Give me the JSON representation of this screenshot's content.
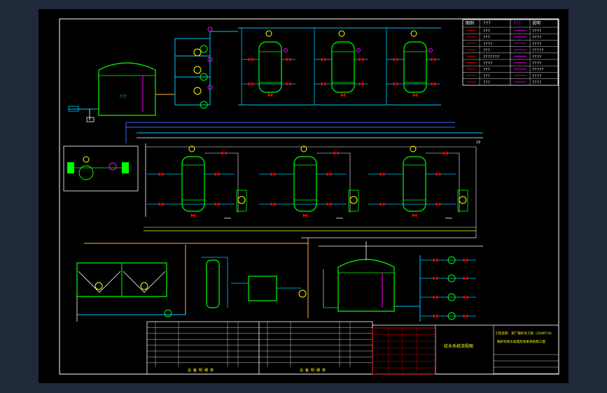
{
  "colors": {
    "background": "#1e2a3a",
    "sheet": "#000000",
    "border": "#ffffff",
    "vessel": "#00ff00",
    "valve": "#ff0000",
    "instrument": "#ff00ff",
    "pipe_cyan": "#00c8ff",
    "pipe_blue": "#3c64ff",
    "pipe_yellow": "#ffff00",
    "pipe_orange": "#ffb050",
    "pipe_white": "#e0e0e0",
    "label_yellow": "#ffff00"
  },
  "drawing": {
    "title": "给水系统流程图",
    "annotation_top": "19",
    "tank_label": "???"
  },
  "title_block": {
    "line1": "工程名称：某厂锅炉房工程（2X40T/H）",
    "line2": "锅炉房给水处理及除氧系统施工图"
  },
  "legend": {
    "header_symbol": "图例",
    "header_name": "???",
    "header_symbol_r": "???",
    "header_name_r": "说明",
    "rows": [
      {
        "left": "???",
        "right": "????"
      },
      {
        "left": "???",
        "right": "????"
      },
      {
        "left": "????",
        "right": "????"
      },
      {
        "left": "???",
        "right": "?????"
      },
      {
        "left": "???????",
        "right": "????"
      },
      {
        "left": "????",
        "right": "????"
      },
      {
        "left": "???",
        "right": "?????"
      },
      {
        "left": "???",
        "right": "????"
      },
      {
        "left": "???",
        "right": "????"
      }
    ]
  },
  "bottom_table": {
    "left_footer": "设 备 明 细 表",
    "mid_footer": "设 备 明 细 表"
  }
}
